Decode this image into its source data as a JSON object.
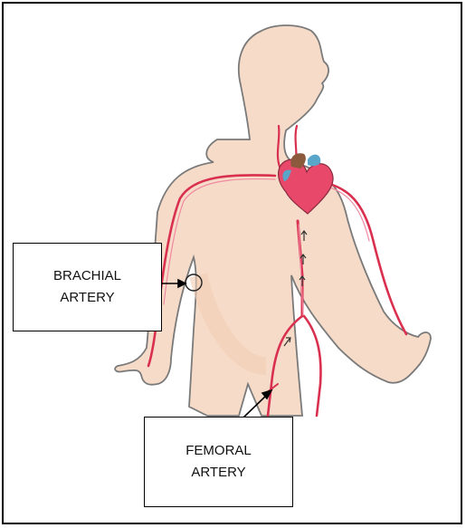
{
  "labels": {
    "brachial": {
      "line1": "BRACHIAL",
      "line2": "ARTERY"
    },
    "femoral": {
      "line1": "FEMORAL",
      "line2": "ARTERY"
    }
  },
  "colors": {
    "skin": "#f6dcc8",
    "skin_shade": "#f1cdb4",
    "outline": "#777777",
    "artery": "#d9304f",
    "artery_light": "#f08aa0",
    "heart": "#e8486a",
    "heart_top": "#5aa6c9",
    "heart_brown": "#8b5a3c"
  },
  "icons": [
    "human-body-outline",
    "heart-icon",
    "pointer-arrow",
    "circle-marker"
  ]
}
